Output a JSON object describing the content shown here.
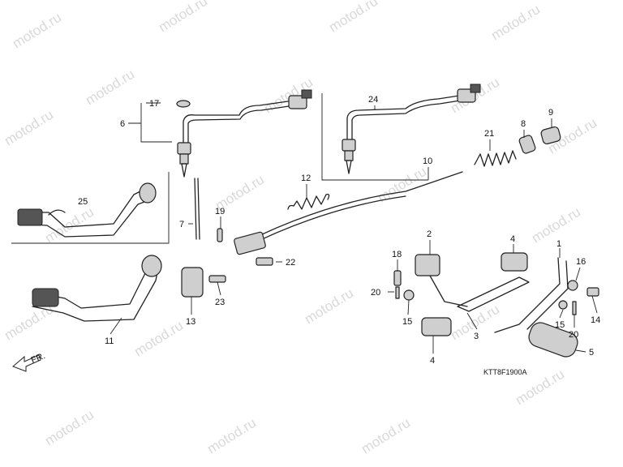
{
  "watermark_text": "motod.ru",
  "diagram_code": "KTT8F1900A",
  "direction_label": "FR.",
  "callouts": {
    "c17": "17",
    "c6": "6",
    "c24": "24",
    "c9": "9",
    "c8": "8",
    "c21": "21",
    "c10": "10",
    "c12": "12",
    "c25": "25",
    "c7": "7",
    "c19": "19",
    "c22": "22",
    "c2": "2",
    "c4a": "4",
    "c1": "1",
    "c18": "18",
    "c16": "16",
    "c20a": "20",
    "c23": "23",
    "c15a": "15",
    "c3": "3",
    "c14": "14",
    "c13": "13",
    "c11": "11",
    "c15b": "15",
    "c20b": "20",
    "c4b": "4",
    "c5": "5"
  }
}
